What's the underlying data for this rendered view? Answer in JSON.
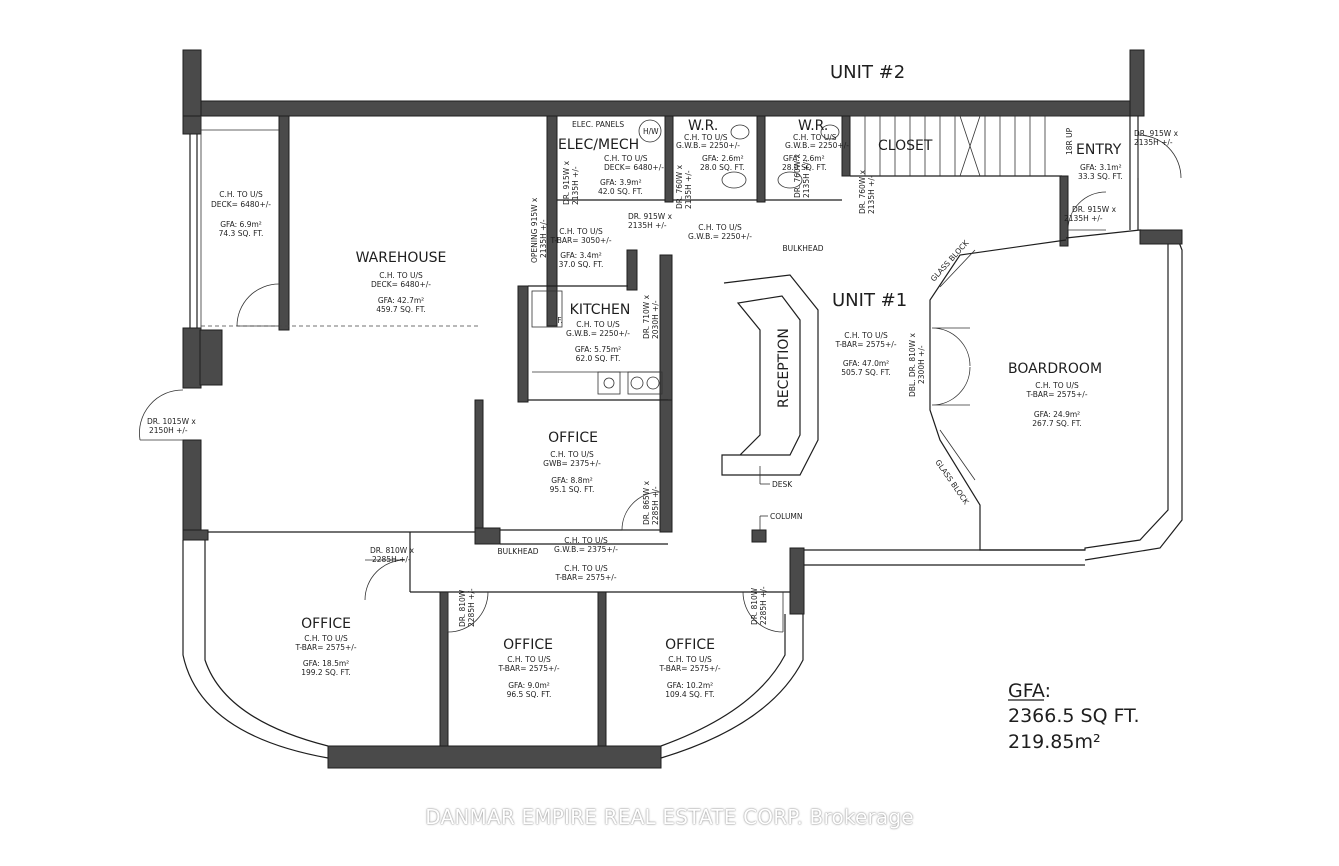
{
  "neighbor_unit": "UNIT #2",
  "main_unit": "UNIT #1",
  "rooms": {
    "warehouse": {
      "name": "WAREHOUSE",
      "ch": "C.H. TO U/S",
      "spec": "DECK= 6480+/-",
      "gfa_m": "GFA: 42.7m²",
      "gfa_ft": "459.7 SQ. FT."
    },
    "storage": {
      "ch": "C.H. TO U/S",
      "spec": "DECK= 6480+/-",
      "gfa_m": "GFA: 6.9m²",
      "gfa_ft": "74.3 SQ. FT."
    },
    "elecmech": {
      "name": "ELEC/MECH",
      "ch": "C.H. TO U/S",
      "spec": "DECK= 6480+/-",
      "gfa_m": "GFA: 3.9m²",
      "gfa_ft": "42.0 SQ. FT.",
      "panels": "ELEC. PANELS",
      "hw": "H/W"
    },
    "wr1": {
      "name": "W.R.",
      "ch": "C.H. TO U/S",
      "spec": "G.W.B.= 2250+/-",
      "gfa_m": "GFA: 2.6m²",
      "gfa_ft": "28.0 SQ. FT."
    },
    "wr2": {
      "name": "W.R.",
      "ch": "C.H. TO U/S",
      "spec": "G.W.B.= 2250+/-",
      "gfa_m": "GFA: 2.6m²",
      "gfa_ft": "28.0 SQ. FT."
    },
    "closet": {
      "name": "CLOSET"
    },
    "entry": {
      "name": "ENTRY",
      "gfa_m": "GFA: 3.1m²",
      "gfa_ft": "33.3 SQ. FT.",
      "stair": "18R UP"
    },
    "hall": {
      "ch": "C.H. TO U/S",
      "spec": "T-BAR= 3050+/-",
      "gfa_m": "GFA: 3.4m²",
      "gfa_ft": "37.0 SQ. FT."
    },
    "corridor_top": {
      "ch": "C.H. TO U/S",
      "spec": "G.W.B.= 2250+/-",
      "bulkhead": "BULKHEAD"
    },
    "kitchen": {
      "name": "KITCHEN",
      "ch": "C.H. TO U/S",
      "spec": "G.W.B.= 2250+/-",
      "gfa_m": "GFA: 5.75m²",
      "gfa_ft": "62.0 SQ. FT.",
      "f": "F."
    },
    "reception": {
      "name": "RECEPTION",
      "desk": "DESK"
    },
    "unit1": {
      "ch": "C.H. TO U/S",
      "spec": "T-BAR= 2575+/-",
      "gfa_m": "GFA: 47.0m²",
      "gfa_ft": "505.7 SQ. FT.",
      "column": "COLUMN"
    },
    "boardroom": {
      "name": "BOARDROOM",
      "ch": "C.H. TO U/S",
      "spec": "T-BAR= 2575+/-",
      "gfa_m": "GFA: 24.9m²",
      "gfa_ft": "267.7 SQ. FT.",
      "glass1": "GLASS BLOCK",
      "glass2": "GLASS BLOCK"
    },
    "office_mid": {
      "name": "OFFICE",
      "ch": "C.H. TO U/S",
      "spec": "GWB= 2375+/-",
      "gfa_m": "GFA: 8.8m²",
      "gfa_ft": "95.1 SQ. FT."
    },
    "corridor_bottom": {
      "ch1": "C.H. TO U/S",
      "spec1": "G.W.B.= 2375+/-",
      "ch2": "C.H. TO U/S",
      "spec2": "T-BAR= 2575+/-",
      "bulkhead": "BULKHEAD"
    },
    "office1": {
      "name": "OFFICE",
      "ch": "C.H. TO U/S",
      "spec": "T-BAR= 2575+/-",
      "gfa_m": "GFA: 18.5m²",
      "gfa_ft": "199.2 SQ. FT."
    },
    "office2": {
      "name": "OFFICE",
      "ch": "C.H. TO U/S",
      "spec": "T-BAR= 2575+/-",
      "gfa_m": "GFA: 9.0m²",
      "gfa_ft": "96.5 SQ. FT."
    },
    "office3": {
      "name": "OFFICE",
      "ch": "C.H. TO U/S",
      "spec": "T-BAR= 2575+/-",
      "gfa_m": "GFA: 10.2m²",
      "gfa_ft": "109.4 SQ. FT."
    }
  },
  "doors": {
    "d_left_a": "DR. 1015W x",
    "d_left_b": "2150H +/-",
    "d_open_a": "OPENING 915W x",
    "d_open_b": "2135H +/-",
    "d_em_a": "DR. 915W x",
    "d_em_b": "2135H +/-",
    "d_hall_a": "DR. 915W x",
    "d_hall_b": "2135H +/-",
    "d_wr1_a": "DR. 760W x",
    "d_wr1_b": "2135H +/-",
    "d_wr2_a": "DR. 760W x",
    "d_wr2_b": "2135H +/-",
    "d_cl_a": "DR. 760W x",
    "d_cl_b": "2135H +/-",
    "d_en1_a": "DR. 915W x",
    "d_en1_b": "2135H +/-",
    "d_en2_a": "DR. 915W x",
    "d_en2_b": "2135H +/-",
    "d_kit_a": "DR. 710W x",
    "d_kit_b": "2030H +/-",
    "d_off_a": "DR. 865W x",
    "d_off_b": "2285H +/-",
    "d_br_a": "DBL. DR. 810W x",
    "d_br_b": "2300H +/-",
    "d_o1_a": "DR. 810W x",
    "d_o1_b": "2285H +/-",
    "d_o2_a": "DR. 810W",
    "d_o2_b": "2285H +/-",
    "d_o3_a": "DR. 810W",
    "d_o3_b": "2285H +/-"
  },
  "totals": {
    "label": "GFA:",
    "sqft": "2366.5 SQ FT.",
    "sqm": "219.85m²"
  },
  "watermark": "DANMAR EMPIRE REAL ESTATE CORP. Brokerage"
}
